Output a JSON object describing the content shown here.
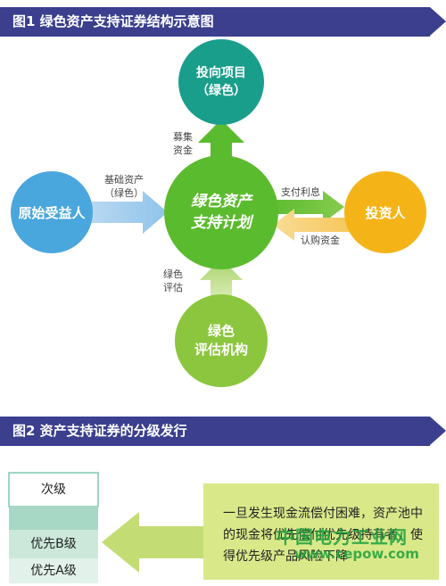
{
  "fig1": {
    "title": "图1 绿色资产支持证券结构示意图"
  },
  "fig2": {
    "title": "图2 资产支持证券的分级发行"
  },
  "nodes": {
    "project": {
      "line1": "投向项目",
      "line2": "（绿色）",
      "color": "#1a9e8c"
    },
    "originator": {
      "label": "原始受益人",
      "color": "#4aa7de"
    },
    "plan": {
      "line1": "绿色资产",
      "line2": "支持计划",
      "color": "#5bbb2e"
    },
    "investor": {
      "label": "投资人",
      "color": "#f4b418"
    },
    "agency": {
      "line1": "绿色",
      "line2": "评估机构",
      "color": "#8cc63f"
    }
  },
  "arrows": {
    "fundraise": {
      "line1": "募集",
      "line2": "资金"
    },
    "basic_assets": {
      "line1": "基础资产",
      "line2": "（绿色）"
    },
    "pay_interest": {
      "label": "支付利息"
    },
    "subscribe": {
      "label": "认购资金"
    },
    "green_eval": {
      "line1": "绿色",
      "line2": "评估"
    }
  },
  "tiers": {
    "sub": "次级",
    "senior_b": "优先B级",
    "senior_a": "优先A级"
  },
  "callout": {
    "text": "一旦发生现金流偿付困难，资产池中的现金将优先偿付优先级持有者，使得优先级产品风险下降"
  },
  "watermark": {
    "line1": "中国电力工业网",
    "line2": "www.cepow.com"
  }
}
